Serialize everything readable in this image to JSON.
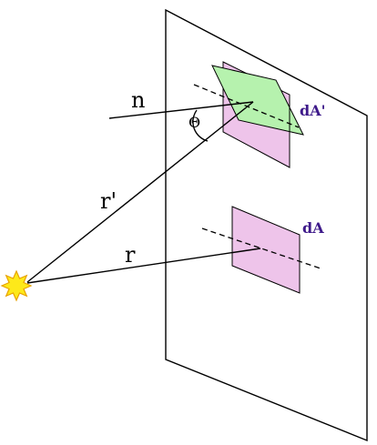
{
  "labels": {
    "normal": "n",
    "angle": "Θ",
    "r_prime": "r'",
    "r": "r",
    "area_tilted": "dA'",
    "area": "dA"
  },
  "colors": {
    "pink_patch": "#eec4ea",
    "green_patch": "#b6f2ae",
    "area_label": "#3e1a8a",
    "star_fill": "#fde91a",
    "star_stroke": "#e8a200",
    "line": "#000000"
  },
  "icons": {
    "source": "sun-star-icon"
  }
}
